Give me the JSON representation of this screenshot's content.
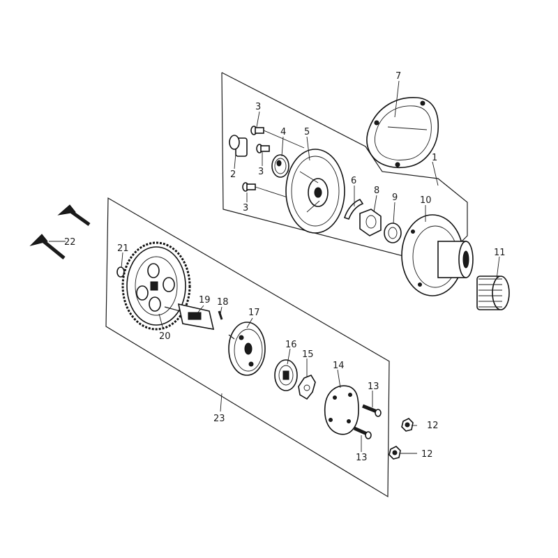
{
  "labels": {
    "p1": "1",
    "p2": "2",
    "p3a": "3",
    "p3b": "3",
    "p3c": "3",
    "p4": "4",
    "p5": "5",
    "p6": "6",
    "p7": "7",
    "p8": "8",
    "p9": "9",
    "p10": "10",
    "p11": "11",
    "p12a": "12",
    "p12b": "12",
    "p13a": "13",
    "p13b": "13",
    "p14": "14",
    "p15": "15",
    "p16": "16",
    "p17": "17",
    "p18": "18",
    "p19": "19",
    "p20": "20",
    "p21": "21",
    "p22": "22",
    "p23": "23"
  }
}
